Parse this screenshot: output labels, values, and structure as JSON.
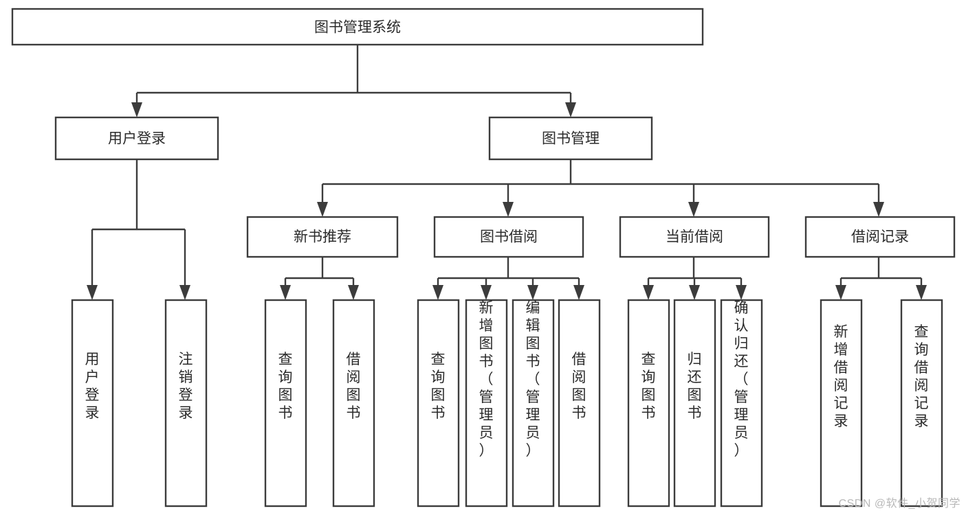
{
  "diagram": {
    "title": "图书管理系统",
    "watermark": "CSDN @软件_小贺同学",
    "type": "tree-hierarchy",
    "levels": 4,
    "colors": {
      "box_stroke": "#3c3c3c",
      "box_fill": "#ffffff",
      "text": "#2b2b2b",
      "connector": "#3c3c3c",
      "watermark": "#b8b8b8"
    },
    "root": {
      "id": "root",
      "label": "图书管理系统"
    },
    "level2": [
      {
        "id": "user-login",
        "label": "用户登录"
      },
      {
        "id": "book-manage",
        "label": "图书管理"
      }
    ],
    "level3": [
      {
        "id": "new-book-recommend",
        "label": "新书推荐",
        "parent": "book-manage"
      },
      {
        "id": "book-borrow",
        "label": "图书借阅",
        "parent": "book-manage"
      },
      {
        "id": "current-borrow",
        "label": "当前借阅",
        "parent": "book-manage"
      },
      {
        "id": "borrow-record",
        "label": "借阅记录",
        "parent": "book-manage"
      }
    ],
    "leaves": {
      "user-login": [
        {
          "id": "leaf-user-login",
          "label": "用户登录"
        },
        {
          "id": "leaf-user-logout",
          "label": "注销登录"
        }
      ],
      "new-book-recommend": [
        {
          "id": "leaf-query-book-1",
          "label": "查询图书"
        },
        {
          "id": "leaf-borrow-book-1",
          "label": "借阅图书"
        }
      ],
      "book-borrow": [
        {
          "id": "leaf-query-book-2",
          "label": "查询图书"
        },
        {
          "id": "leaf-add-book",
          "label": "新增图书（管理员）"
        },
        {
          "id": "leaf-edit-book",
          "label": "编辑图书（管理员）"
        },
        {
          "id": "leaf-borrow-book-2",
          "label": "借阅图书"
        }
      ],
      "current-borrow": [
        {
          "id": "leaf-query-book-3",
          "label": "查询图书"
        },
        {
          "id": "leaf-return-book",
          "label": "归还图书"
        },
        {
          "id": "leaf-confirm-return",
          "label": "确认归还（管理员）"
        }
      ],
      "borrow-record": [
        {
          "id": "leaf-add-record",
          "label": "新增借阅记录"
        },
        {
          "id": "leaf-query-record",
          "label": "查询借阅记录"
        }
      ]
    }
  }
}
